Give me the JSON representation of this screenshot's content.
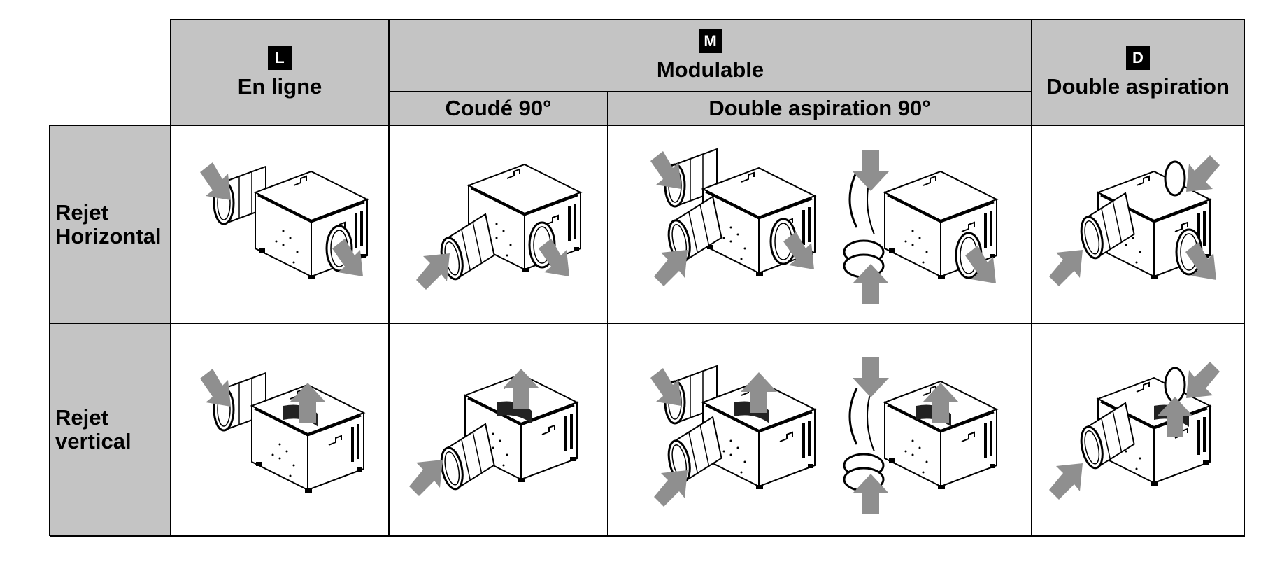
{
  "columns": {
    "L": {
      "badge": "L",
      "label": "En ligne"
    },
    "M": {
      "badge": "M",
      "label": "Modulable",
      "sub": [
        "Coudé 90°",
        "Double aspiration 90°"
      ]
    },
    "D": {
      "badge": "D",
      "label": "Double aspiration"
    }
  },
  "rows": [
    {
      "label_line1": "Rejet",
      "label_line2": "Horizontal"
    },
    {
      "label_line1": "Rejet",
      "label_line2": "vertical"
    }
  ],
  "colors": {
    "header_bg": "#c4c4c4",
    "arrow": "#8f8f8f",
    "line": "#000000"
  }
}
